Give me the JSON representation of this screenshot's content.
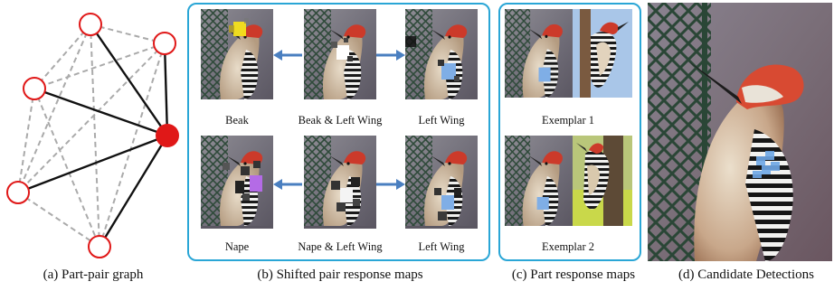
{
  "captions": {
    "a": "(a) Part-pair graph",
    "b": "(b) Shifted pair response maps",
    "c": "(c) Part response maps",
    "d": "(d) Candidate Detections"
  },
  "panel_b": {
    "row1": [
      "Beak",
      "Beak & Left Wing",
      "Left Wing"
    ],
    "row2": [
      "Nape",
      "Nape & Left Wing",
      "Left Wing"
    ]
  },
  "panel_c": {
    "labels": [
      "Exemplar 1",
      "Exemplar 2"
    ]
  },
  "colors": {
    "accent_border": "#2aa6d6",
    "arrow": "#4a7fc0",
    "node_red": "#e01818",
    "graph_dashed": "#aaaaaa"
  }
}
